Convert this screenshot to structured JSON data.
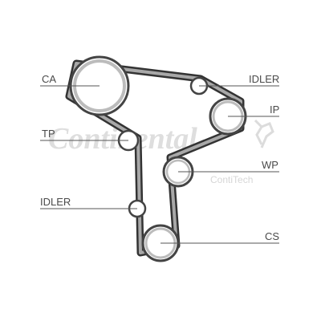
{
  "watermark": {
    "brand": "Continental",
    "sub": "ContiTech"
  },
  "labels": {
    "ca": "CA",
    "idler_top": "IDLER",
    "ip": "IP",
    "tp": "TP",
    "wp": "WP",
    "idler_bottom": "IDLER",
    "cs": "CS"
  },
  "colors": {
    "belt_outer": "#333333",
    "belt_inner": "#a8a8a8",
    "pulley_stroke": "#444444",
    "leader_line": "#555555",
    "label_text": "#4a4a4a"
  }
}
